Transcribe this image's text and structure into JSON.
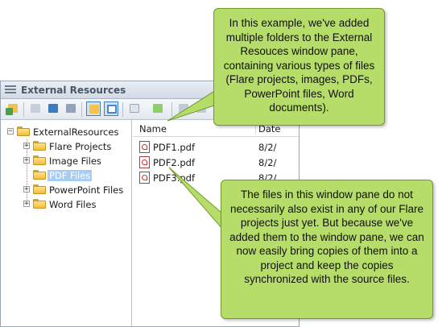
{
  "window": {
    "title": "External Resources",
    "toolbar_buttons": [
      {
        "name": "add-resource-icon",
        "color": "#4aa04a"
      },
      {
        "name": "open-icon",
        "color": "#8aa0b8"
      },
      {
        "name": "properties-icon",
        "color": "#3c7bc0"
      },
      {
        "name": "copy-icon",
        "color": "#7a8898"
      },
      {
        "name": "folder-view-icon",
        "color": "#f2c14e",
        "active": true
      },
      {
        "name": "list-view-icon",
        "color": "#4a86c5",
        "active": true
      },
      {
        "name": "duplicate-icon",
        "color": "#9aa6b4"
      },
      {
        "name": "add-folder-icon",
        "color": "#5fb04e"
      },
      {
        "name": "edit-icon",
        "color": "#9aa6b4"
      },
      {
        "name": "send-icon",
        "color": "#9aa6b4"
      }
    ]
  },
  "tree": {
    "root": "ExternalResources",
    "items": [
      {
        "label": "Flare Projects",
        "expandable": true
      },
      {
        "label": "Image Files",
        "expandable": true
      },
      {
        "label": "PDF Files",
        "expandable": false,
        "selected": true
      },
      {
        "label": "PowerPoint Files",
        "expandable": true
      },
      {
        "label": "Word Files",
        "expandable": true
      }
    ]
  },
  "list": {
    "columns": {
      "name": "Name",
      "date": "Date"
    },
    "files": [
      {
        "name": "PDF1.pdf",
        "date": "8/2/"
      },
      {
        "name": "PDF2.pdf",
        "date": "8/2/"
      },
      {
        "name": "PDF3.pdf",
        "date": "8/2/"
      }
    ]
  },
  "callouts": {
    "top": "In this example, we've added multiple folders to the External Resouces window pane, containing various types of files (Flare projects, images, PDFs, PowerPoint files, Word documents).",
    "bottom": "The files in this window pane do not necessarily also exist in any of our Flare projects just yet. But because we've added them to the window pane, we can now easily bring copies of them into a project and keep the copies synchronized with the source files."
  },
  "colors": {
    "callout": "#b6dc6a",
    "callout_border": "#6f9a2a",
    "selection": "#a8cdf2"
  }
}
